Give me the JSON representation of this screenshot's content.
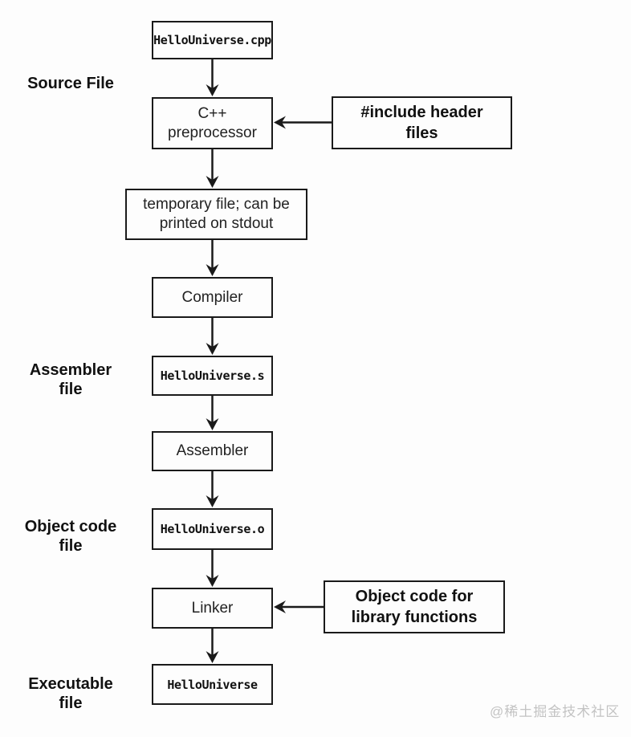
{
  "diagram": {
    "description": "C++ compilation pipeline flowchart",
    "colors": {
      "line": "#1a1a1a",
      "box_border": "#1a1a1a",
      "text": "#111111",
      "watermark": "#c3c3c3",
      "background": "#fdfdfd"
    },
    "nodes": {
      "source_cpp": {
        "label": "HelloUniverse.cpp"
      },
      "preprocessor": {
        "lines": [
          "C++",
          "preprocessor"
        ]
      },
      "temp_file": {
        "lines": [
          "temporary file; can be",
          "printed on stdout"
        ]
      },
      "compiler": {
        "label": "Compiler"
      },
      "assembler_file": {
        "label": "HelloUniverse.s"
      },
      "assembler": {
        "label": "Assembler"
      },
      "object_file": {
        "label": "HelloUniverse.o"
      },
      "linker": {
        "label": "Linker"
      },
      "executable": {
        "label": "HelloUniverse"
      }
    },
    "annotations": {
      "include_headers": {
        "lines": [
          "#include header",
          "files"
        ]
      },
      "object_code_library": {
        "lines": [
          "Object code for",
          "library functions"
        ]
      }
    },
    "side_labels": {
      "source_file": {
        "lines": [
          "Source File"
        ]
      },
      "assembler_file": {
        "lines": [
          "Assembler",
          "file"
        ]
      },
      "object_code_file": {
        "lines": [
          "Object code",
          "file"
        ]
      },
      "executable_file": {
        "lines": [
          "Executable",
          "file"
        ]
      }
    },
    "watermark": "@稀土掘金技术社区"
  }
}
